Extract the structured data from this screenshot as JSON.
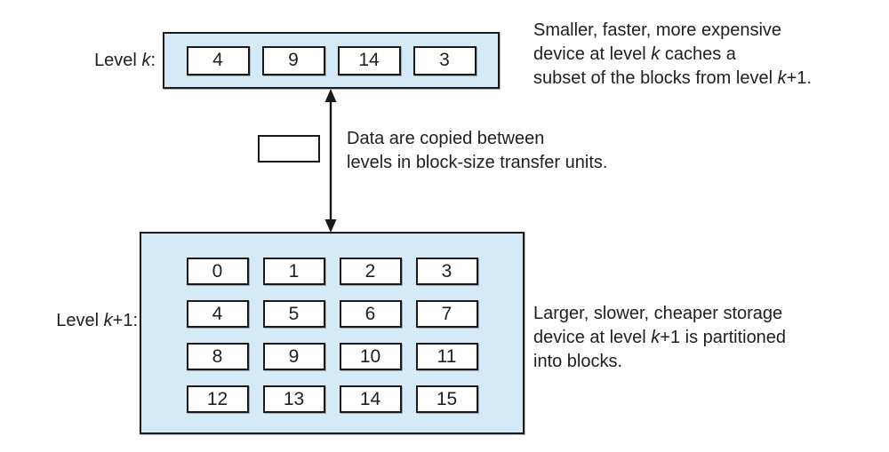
{
  "level_k": {
    "label_prefix": "Level ",
    "label_k": "k",
    "label_suffix": ":",
    "blocks": [
      "4",
      "9",
      "14",
      "3"
    ]
  },
  "level_k1": {
    "label_prefix": "Level ",
    "label_k": "k",
    "label_suffix": "+1:",
    "blocks": [
      "0",
      "1",
      "2",
      "3",
      "4",
      "5",
      "6",
      "7",
      "8",
      "9",
      "10",
      "11",
      "12",
      "13",
      "14",
      "15"
    ]
  },
  "transfer_note": {
    "line1": "Data are copied between",
    "line2": "levels in block-size transfer units."
  },
  "note_top": {
    "line1": "Smaller, faster, more expensive",
    "line2_pre": "device at level ",
    "line2_k": "k",
    "line2_post": " caches a",
    "line3_pre": "subset of the blocks from level ",
    "line3_k": "k",
    "line3_post": "+1."
  },
  "note_bottom": {
    "line1": "Larger, slower, cheaper storage",
    "line2_pre": "device at level ",
    "line2_k": "k",
    "line2_post": "+1 is partitioned",
    "line3": "into blocks."
  },
  "colors": {
    "box_fill": "#d5eaf7",
    "border": "#1a1a1a",
    "text": "#1f1f1f"
  }
}
